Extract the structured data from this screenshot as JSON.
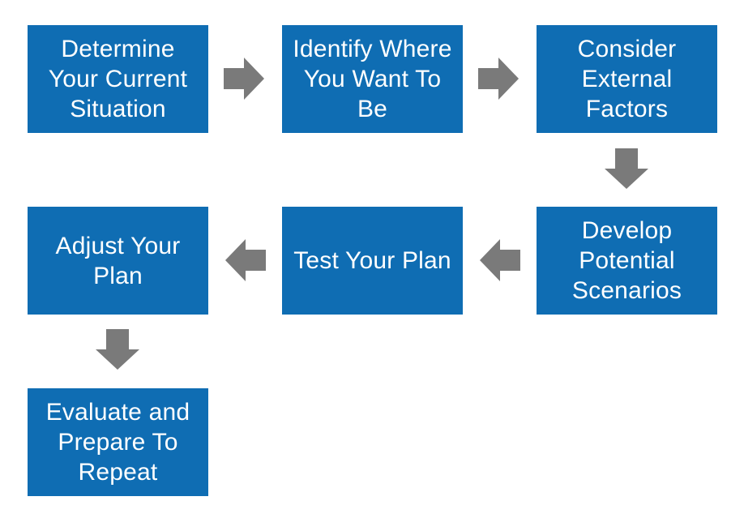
{
  "diagram": {
    "colors": {
      "box_fill": "#0f6db3",
      "box_text": "#ffffff",
      "arrow_fill": "#7a7a7a",
      "background": "#ffffff"
    },
    "steps": [
      {
        "id": "s1",
        "label": "Determine Your Current Situation"
      },
      {
        "id": "s2",
        "label": "Identify Where You Want To Be"
      },
      {
        "id": "s3",
        "label": "Consider External Factors"
      },
      {
        "id": "s4",
        "label": "Develop Potential Scenarios"
      },
      {
        "id": "s5",
        "label": "Test Your Plan"
      },
      {
        "id": "s6",
        "label": "Adjust Your Plan"
      },
      {
        "id": "s7",
        "label": "Evaluate and Prepare To Repeat"
      }
    ],
    "flow": [
      {
        "from": "s1",
        "to": "s2",
        "direction": "right"
      },
      {
        "from": "s2",
        "to": "s3",
        "direction": "right"
      },
      {
        "from": "s3",
        "to": "s4",
        "direction": "down"
      },
      {
        "from": "s4",
        "to": "s5",
        "direction": "left"
      },
      {
        "from": "s5",
        "to": "s6",
        "direction": "left"
      },
      {
        "from": "s6",
        "to": "s7",
        "direction": "down"
      }
    ]
  }
}
